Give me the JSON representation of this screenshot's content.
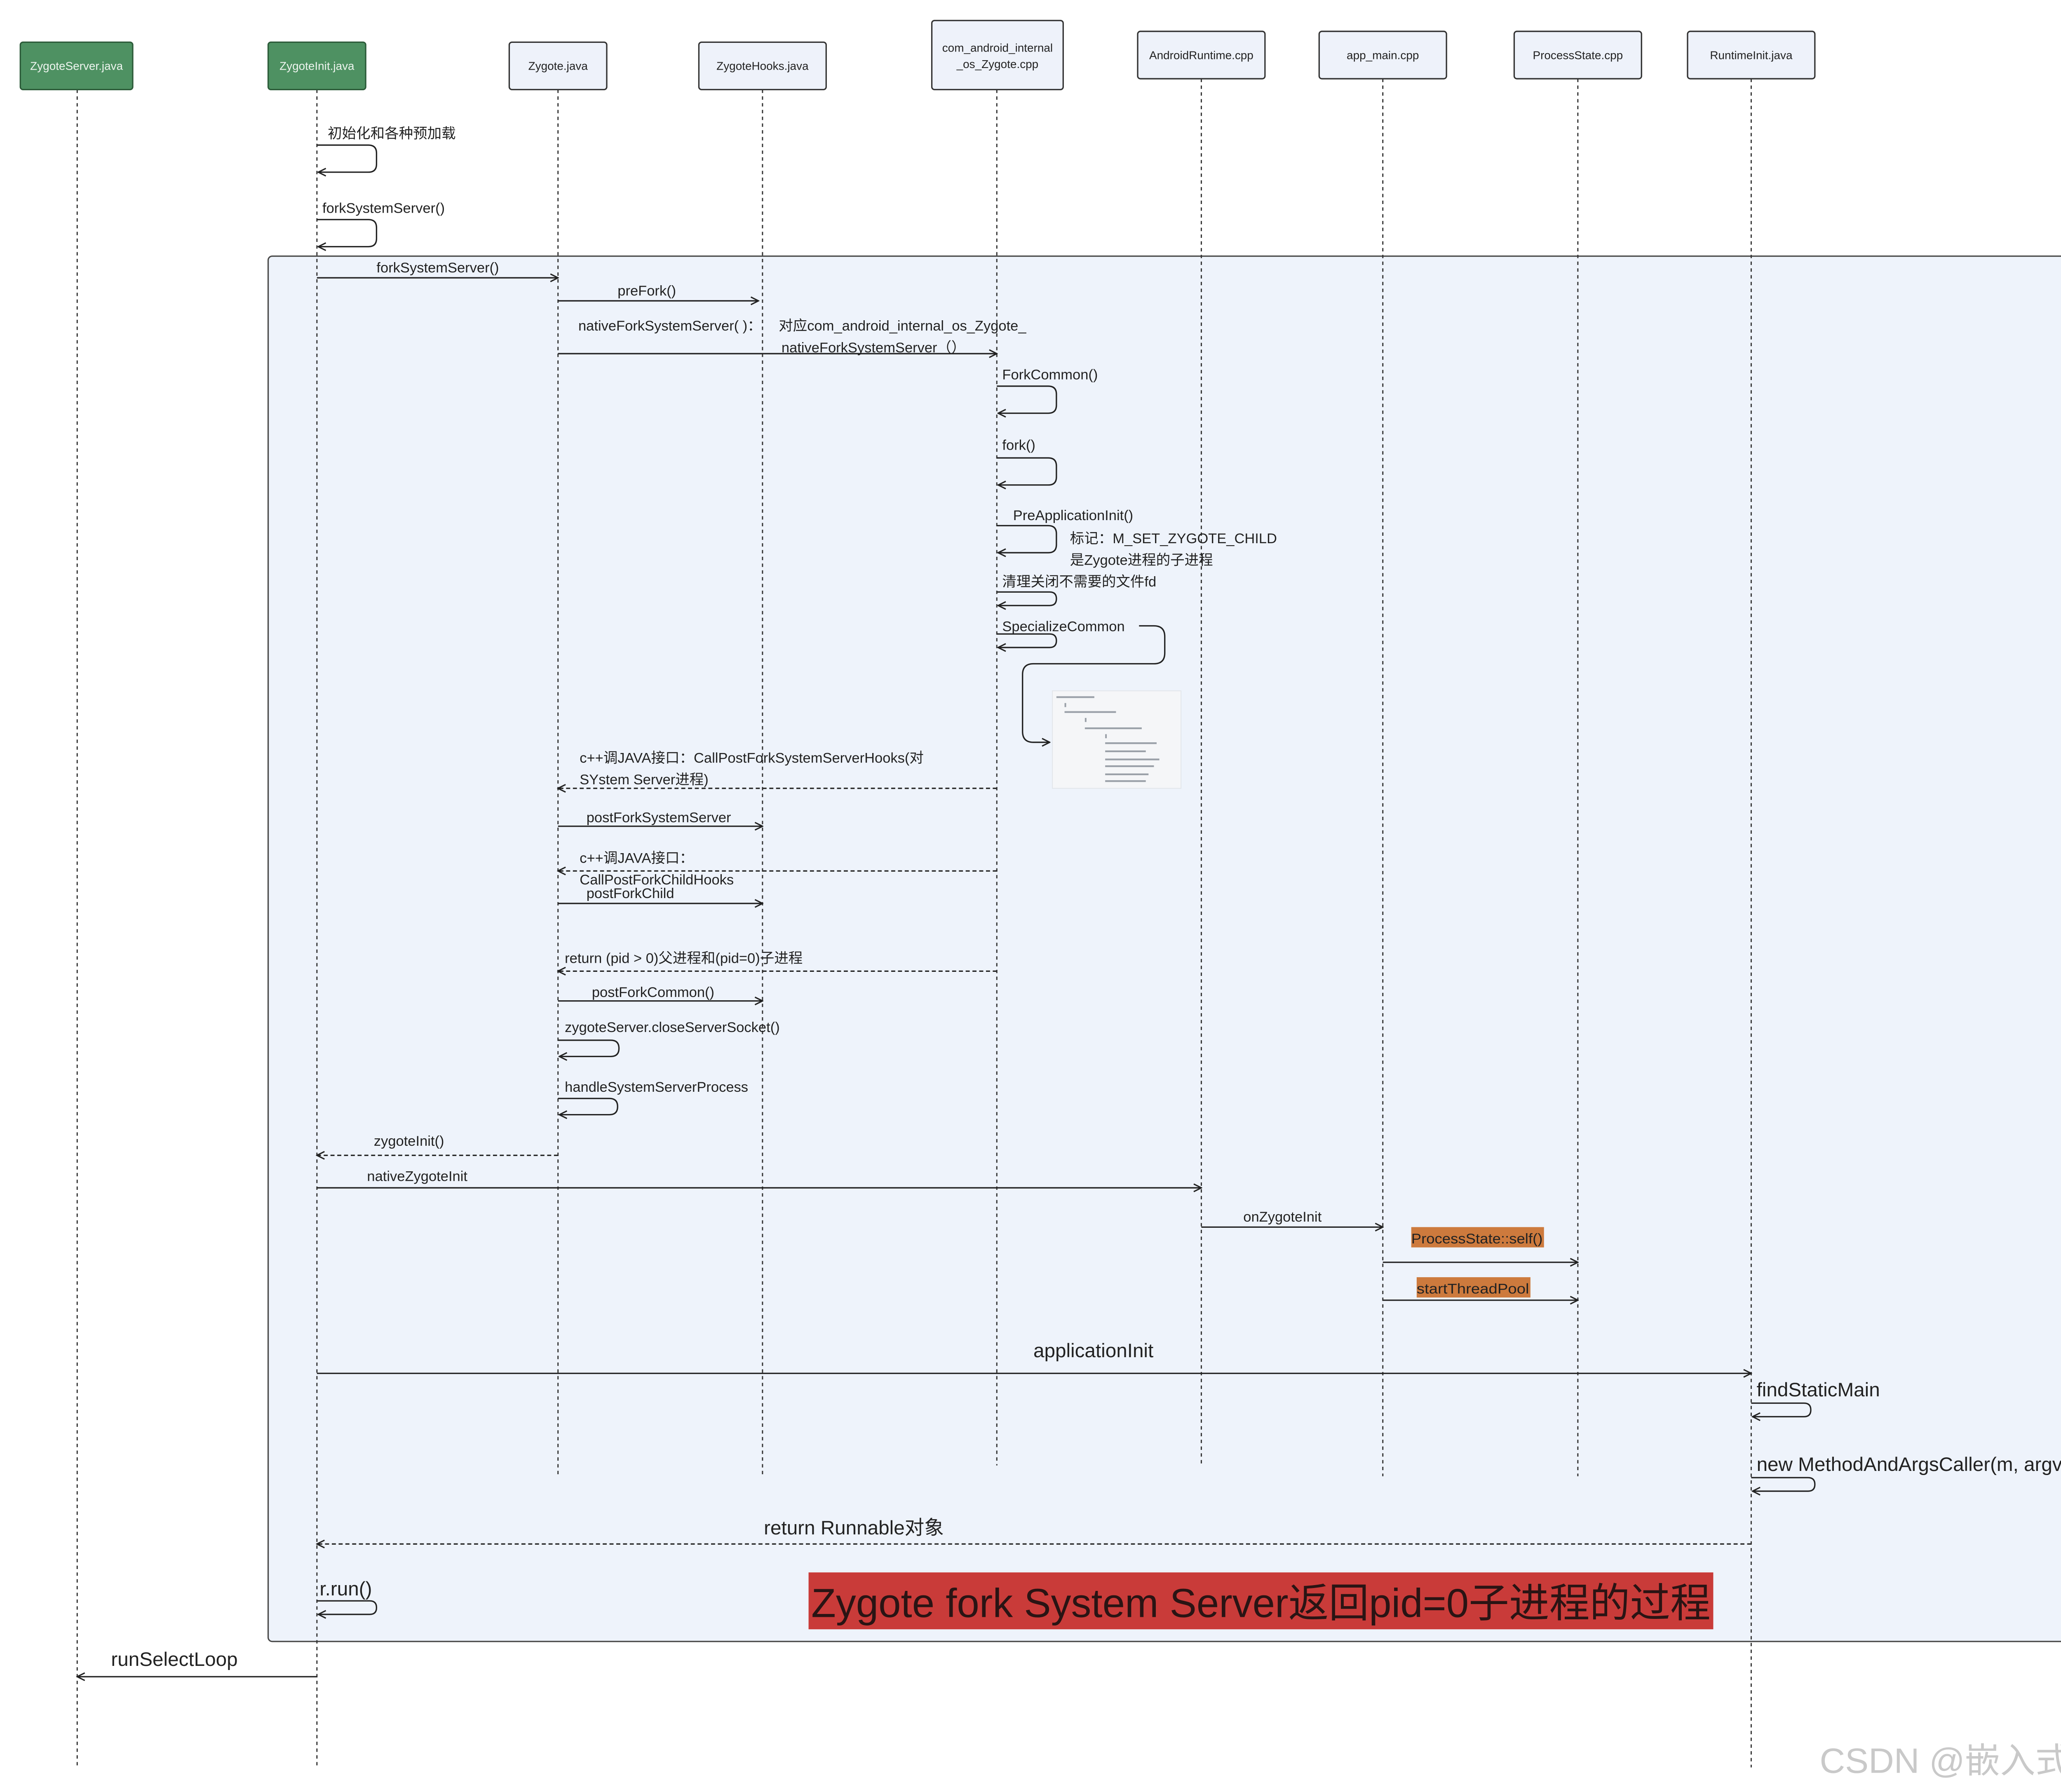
{
  "participants": [
    {
      "lines": [
        "ZygoteServer.java"
      ]
    },
    {
      "lines": [
        "ZygoteInit.java"
      ]
    },
    {
      "lines": [
        "Zygote.java"
      ]
    },
    {
      "lines": [
        "ZygoteHooks.java"
      ]
    },
    {
      "lines": [
        "com_android_internal",
        "_os_Zygote.cpp"
      ]
    },
    {
      "lines": [
        "AndroidRuntime.cpp"
      ]
    },
    {
      "lines": [
        "app_main.cpp"
      ]
    },
    {
      "lines": [
        "ProcessState.cpp"
      ]
    },
    {
      "lines": [
        "RuntimeInit.java"
      ]
    }
  ],
  "messages": [
    {
      "lines": [
        "初始化和各种预加载"
      ]
    },
    {
      "lines": [
        "forkSystemServer()"
      ]
    },
    {
      "lines": [
        "forkSystemServer()"
      ]
    },
    {
      "lines": [
        "preFork()"
      ]
    },
    {
      "lines": [
        "nativeForkSystemServer( )：",
        "对应com_android_internal_os_Zygote_",
        "nativeForkSystemServer（）"
      ]
    },
    {
      "lines": [
        "ForkCommon()"
      ]
    },
    {
      "lines": [
        "fork()"
      ]
    },
    {
      "lines": [
        "PreApplicationInit()"
      ]
    },
    {
      "lines": [
        "清理关闭不需要的文件fd"
      ]
    },
    {
      "lines": [
        "SpecializeCommon"
      ]
    },
    {
      "lines": [
        "c++调JAVA接口：CallPostForkSystemServerHooks(对",
        "SYstem Server进程)"
      ]
    },
    {
      "lines": [
        "postForkSystemServer"
      ]
    },
    {
      "lines": [
        "c++调JAVA接口：",
        "CallPostForkChildHooks"
      ]
    },
    {
      "lines": [
        "postForkChild"
      ]
    },
    {
      "lines": [
        "return (pid > 0)父进程和(pid=0)子进程"
      ]
    },
    {
      "lines": [
        "postForkCommon()"
      ]
    },
    {
      "lines": [
        "zygoteServer.closeServerSocket()"
      ]
    },
    {
      "lines": [
        "handleSystemServerProcess"
      ]
    },
    {
      "lines": [
        "zygoteInit()"
      ]
    },
    {
      "lines": [
        "nativeZygoteInit"
      ]
    },
    {
      "lines": [
        "onZygoteInit"
      ]
    },
    {
      "lines": [
        "ProcessState::self()"
      ]
    },
    {
      "lines": [
        "startThreadPool"
      ]
    },
    {
      "lines": [
        "applicationInit"
      ]
    },
    {
      "lines": [
        "findStaticMain"
      ]
    },
    {
      "lines": [
        "new MethodAndArgsCaller(m, argv)"
      ]
    },
    {
      "lines": [
        "return Runnable对象"
      ]
    },
    {
      "lines": [
        "r.run()"
      ]
    },
    {
      "lines": [
        "runSelectLoop"
      ]
    }
  ],
  "annotations": [
    "标记：M_SET_ZYGOTE_CHILD",
    "是Zygote进程的子进程"
  ],
  "frame_title": "Zygote fork System Server返回pid=0子进程的过程",
  "watermark": "CSDN @嵌入式wu",
  "colors": {
    "participant_green": "#4e9162",
    "participant_fill": "#eef2fa",
    "frame_fill": "#eef3fb",
    "highlight_orange": "#cd7a3d",
    "title_red": "#c93b39",
    "watermark": "#c9c9c9"
  }
}
